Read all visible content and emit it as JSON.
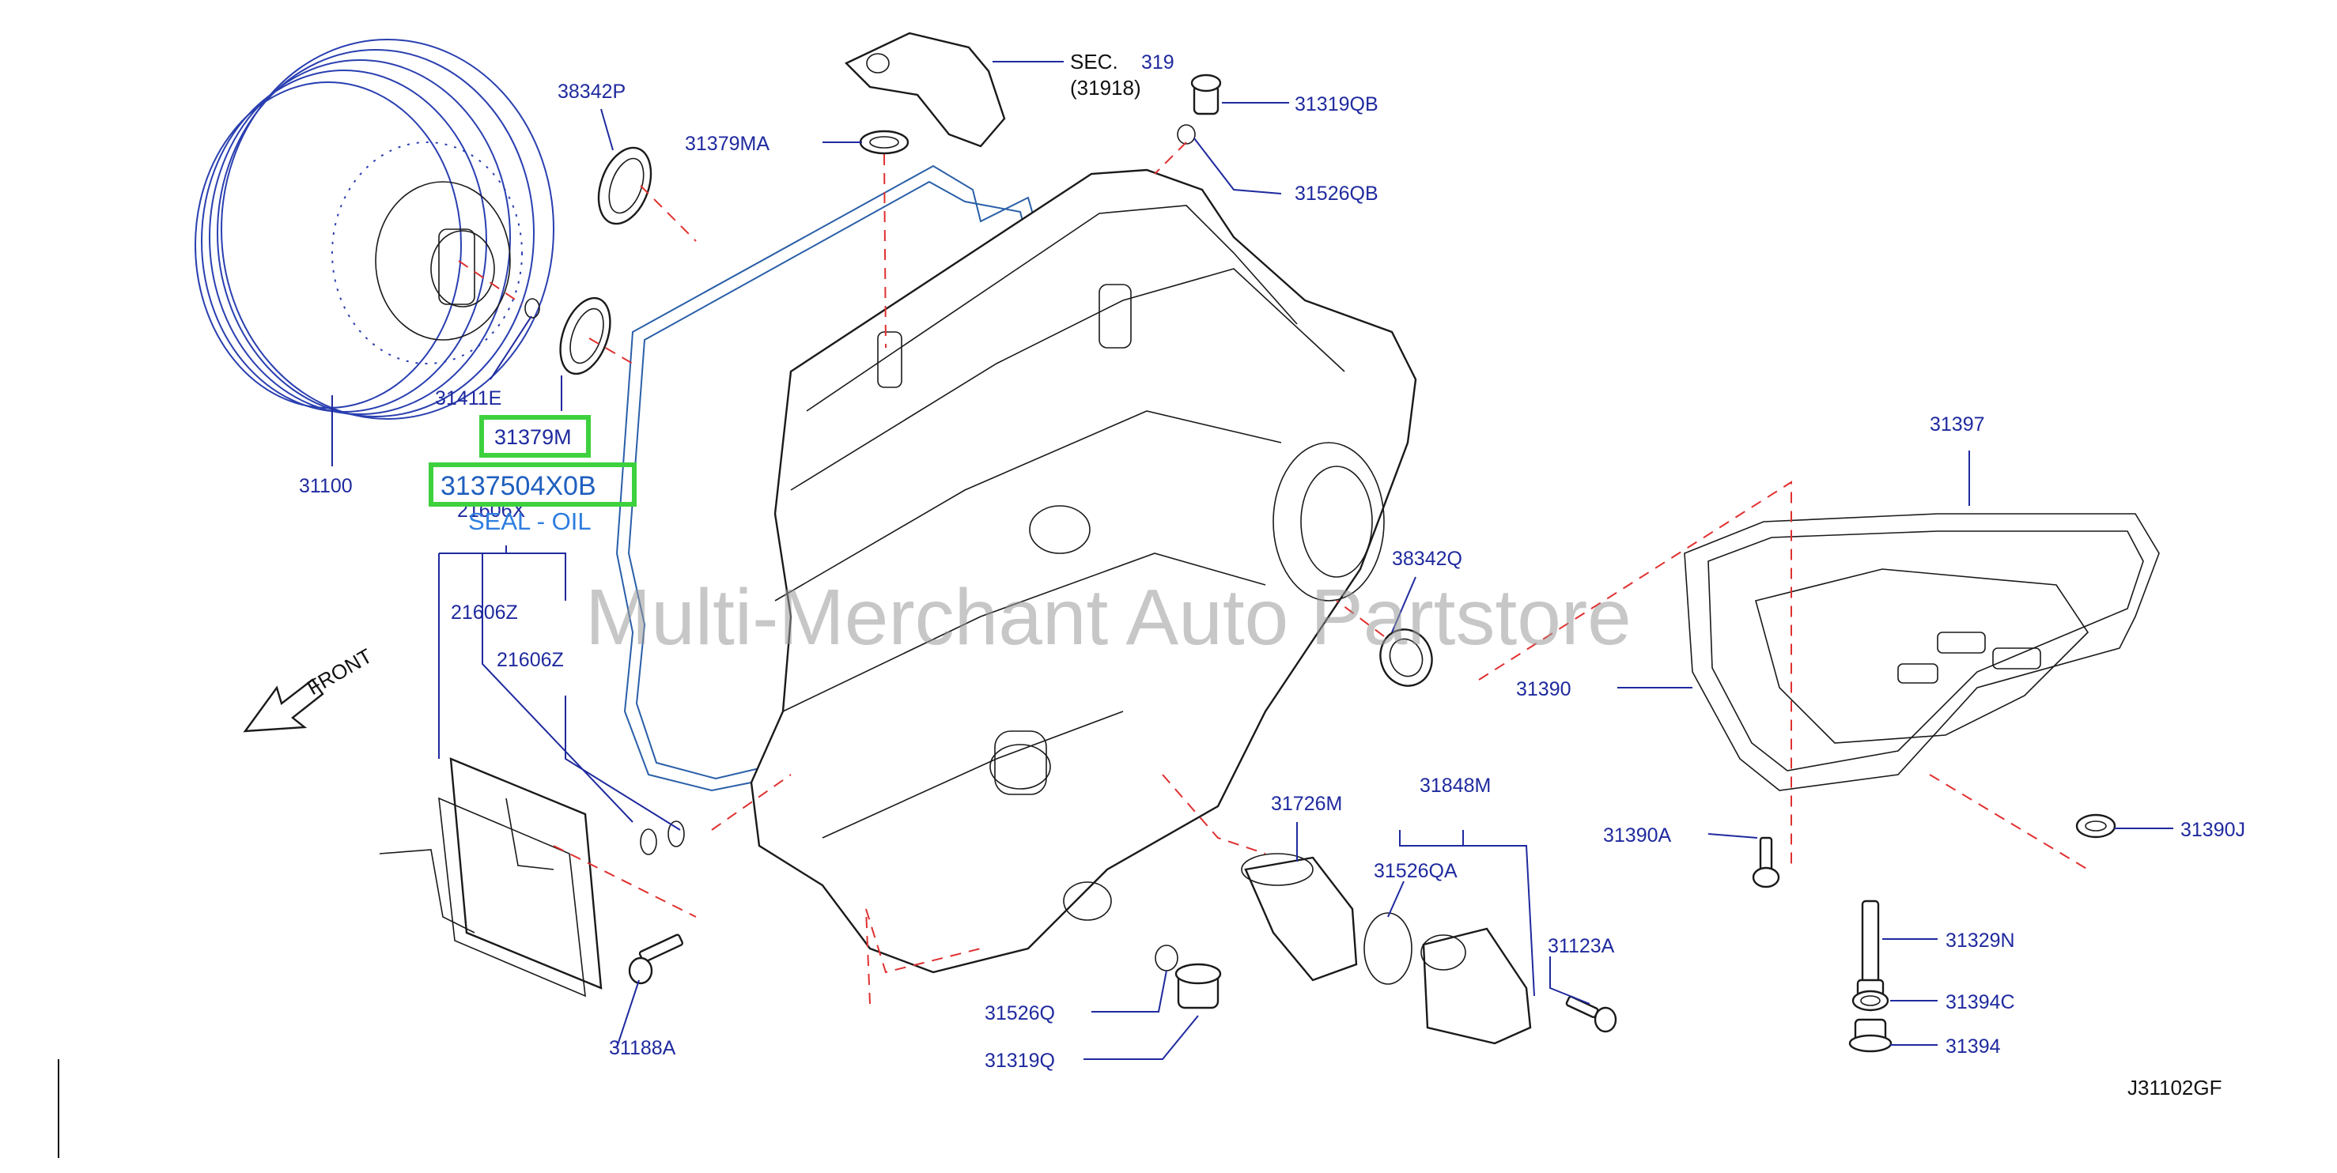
{
  "diagram": {
    "watermark": "Multi-Merchant Auto Partstore",
    "code": "J31102GF",
    "front_label": "FRONT",
    "highlight": {
      "primary": "31379M",
      "part_number": "3137504X0B",
      "description": "SEAL - OIL",
      "hidden_label": "21606X",
      "color": "#3ed13e"
    },
    "sec": {
      "prefix": "SEC.",
      "number": "319",
      "sub": "(31918)"
    },
    "labels": {
      "p38342P": "38342P",
      "p31379MA": "31379MA",
      "p31319QB": "31319QB",
      "p31526QB": "31526QB",
      "p31411E": "31411E",
      "p31100": "31100",
      "p21606Z_a": "21606Z",
      "p21606Z_b": "21606Z",
      "p38342Q": "38342Q",
      "p31397": "31397",
      "p31390": "31390",
      "p31726M": "31726M",
      "p31848M": "31848M",
      "p31526QA": "31526QA",
      "p31390A": "31390A",
      "p31390J": "31390J",
      "p31123A": "31123A",
      "p31329N": "31329N",
      "p31394C": "31394C",
      "p31394": "31394",
      "p31188A": "31188A",
      "p31526Q": "31526Q",
      "p31319Q": "31319Q"
    },
    "colors": {
      "label": "#1f2a9e",
      "dash": "#e03030",
      "highlight": "#3ed13e"
    }
  }
}
